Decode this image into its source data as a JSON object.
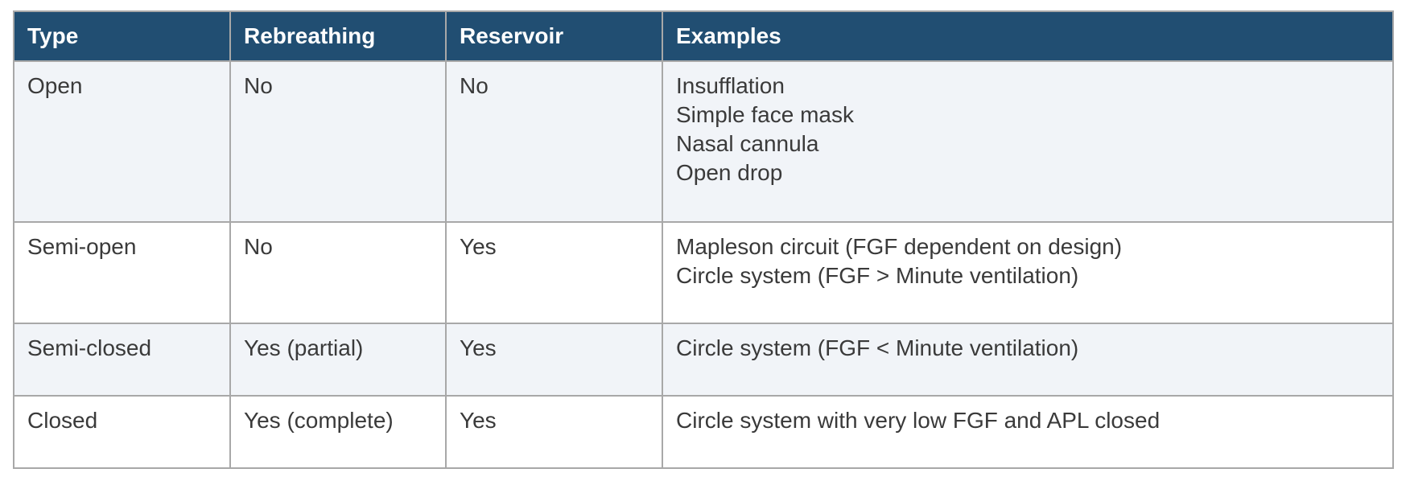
{
  "table": {
    "headers": [
      "Type",
      "Rebreathing",
      "Reservoir",
      "Examples"
    ],
    "rows": [
      {
        "type": "Open",
        "rebreathing": "No",
        "reservoir": "No",
        "examples": [
          "Insufflation",
          "Simple face mask",
          "Nasal cannula",
          "Open drop"
        ]
      },
      {
        "type": "Semi-open",
        "rebreathing": "No",
        "reservoir": "Yes",
        "examples": [
          "Mapleson circuit (FGF dependent on design)",
          "Circle system (FGF > Minute ventilation)"
        ]
      },
      {
        "type": "Semi-closed",
        "rebreathing": "Yes (partial)",
        "reservoir": "Yes",
        "examples": [
          "Circle system (FGF < Minute ventilation)"
        ]
      },
      {
        "type": "Closed",
        "rebreathing": "Yes (complete)",
        "reservoir": "Yes",
        "examples": [
          "Circle system with very low FGF and APL closed"
        ]
      }
    ]
  },
  "colors": {
    "header_bg": "#214e72",
    "header_text": "#ffffff",
    "shaded_row_bg": "#f1f4f8",
    "border": "#a8a8a8",
    "body_text": "#3a3a3a"
  }
}
